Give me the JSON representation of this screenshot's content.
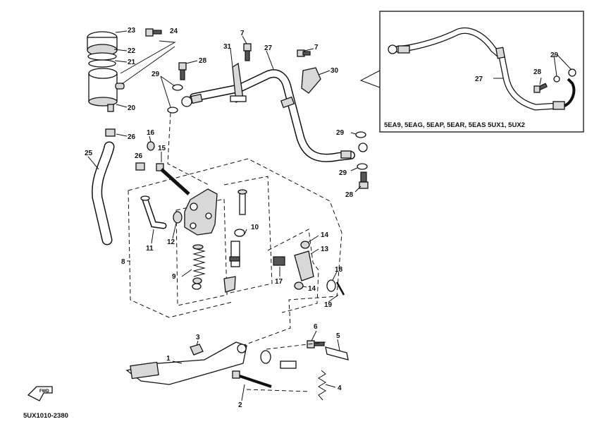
{
  "diagram": {
    "inset_caption": "5EA9, 5EAG, 5EAP, 5EAR, 5EAS  5UX1, 5UX2",
    "figure_code": "5UX1010-2380",
    "fwd_label": "FWD",
    "callouts": [
      {
        "id": "c23",
        "label": "23"
      },
      {
        "id": "c22",
        "label": "22"
      },
      {
        "id": "c21",
        "label": "21"
      },
      {
        "id": "c20",
        "label": "20"
      },
      {
        "id": "c26a",
        "label": "26"
      },
      {
        "id": "c24",
        "label": "24"
      },
      {
        "id": "c28a",
        "label": "28"
      },
      {
        "id": "c29a",
        "label": "29"
      },
      {
        "id": "c31",
        "label": "31"
      },
      {
        "id": "c7a",
        "label": "7"
      },
      {
        "id": "c27a",
        "label": "27"
      },
      {
        "id": "c7b",
        "label": "7"
      },
      {
        "id": "c30",
        "label": "30"
      },
      {
        "id": "c29b",
        "label": "29"
      },
      {
        "id": "c29c",
        "label": "29"
      },
      {
        "id": "c28b",
        "label": "28"
      },
      {
        "id": "c16",
        "label": "16"
      },
      {
        "id": "c26b",
        "label": "26"
      },
      {
        "id": "c15",
        "label": "15"
      },
      {
        "id": "c25",
        "label": "25"
      },
      {
        "id": "c8",
        "label": "8"
      },
      {
        "id": "c11",
        "label": "11"
      },
      {
        "id": "c12",
        "label": "12"
      },
      {
        "id": "c9",
        "label": "9"
      },
      {
        "id": "c10",
        "label": "10"
      },
      {
        "id": "c14a",
        "label": "14"
      },
      {
        "id": "c13",
        "label": "13"
      },
      {
        "id": "c17",
        "label": "17"
      },
      {
        "id": "c14b",
        "label": "14"
      },
      {
        "id": "c18",
        "label": "18"
      },
      {
        "id": "c19",
        "label": "19"
      },
      {
        "id": "c3",
        "label": "3"
      },
      {
        "id": "c1",
        "label": "1"
      },
      {
        "id": "c6",
        "label": "6"
      },
      {
        "id": "c5",
        "label": "5"
      },
      {
        "id": "c4",
        "label": "4"
      },
      {
        "id": "c2",
        "label": "2"
      },
      {
        "id": "c27b",
        "label": "27"
      },
      {
        "id": "c28c",
        "label": "28"
      },
      {
        "id": "c29d",
        "label": "29"
      }
    ]
  }
}
